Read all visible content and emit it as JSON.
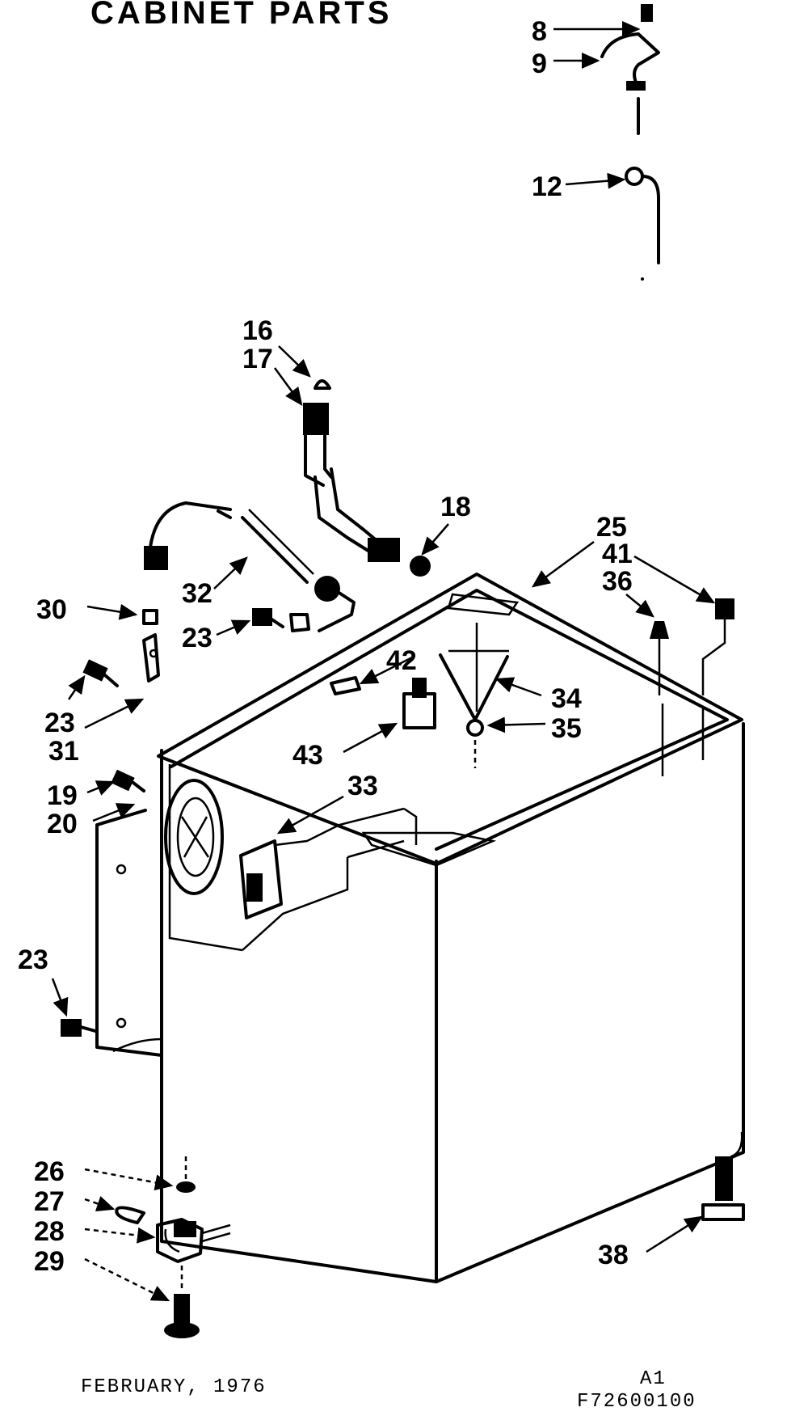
{
  "title": "CABINET PARTS",
  "footer": {
    "date": "FEBRUARY, 1976",
    "sheet": "A1",
    "code": "F72600100"
  },
  "callouts": {
    "c8": "8",
    "c9": "9",
    "c12": "12",
    "c16": "16",
    "c17": "17",
    "c18": "18",
    "c25": "25",
    "c41": "41",
    "c36": "36",
    "c30": "30",
    "c32": "32",
    "c23a": "23",
    "c42": "42",
    "c23b": "23",
    "c31": "31",
    "c34": "34",
    "c35": "35",
    "c43": "43",
    "c19": "19",
    "c20": "20",
    "c33": "33",
    "c23c": "23",
    "c26": "26",
    "c27": "27",
    "c28": "28",
    "c29": "29",
    "c38": "38"
  }
}
